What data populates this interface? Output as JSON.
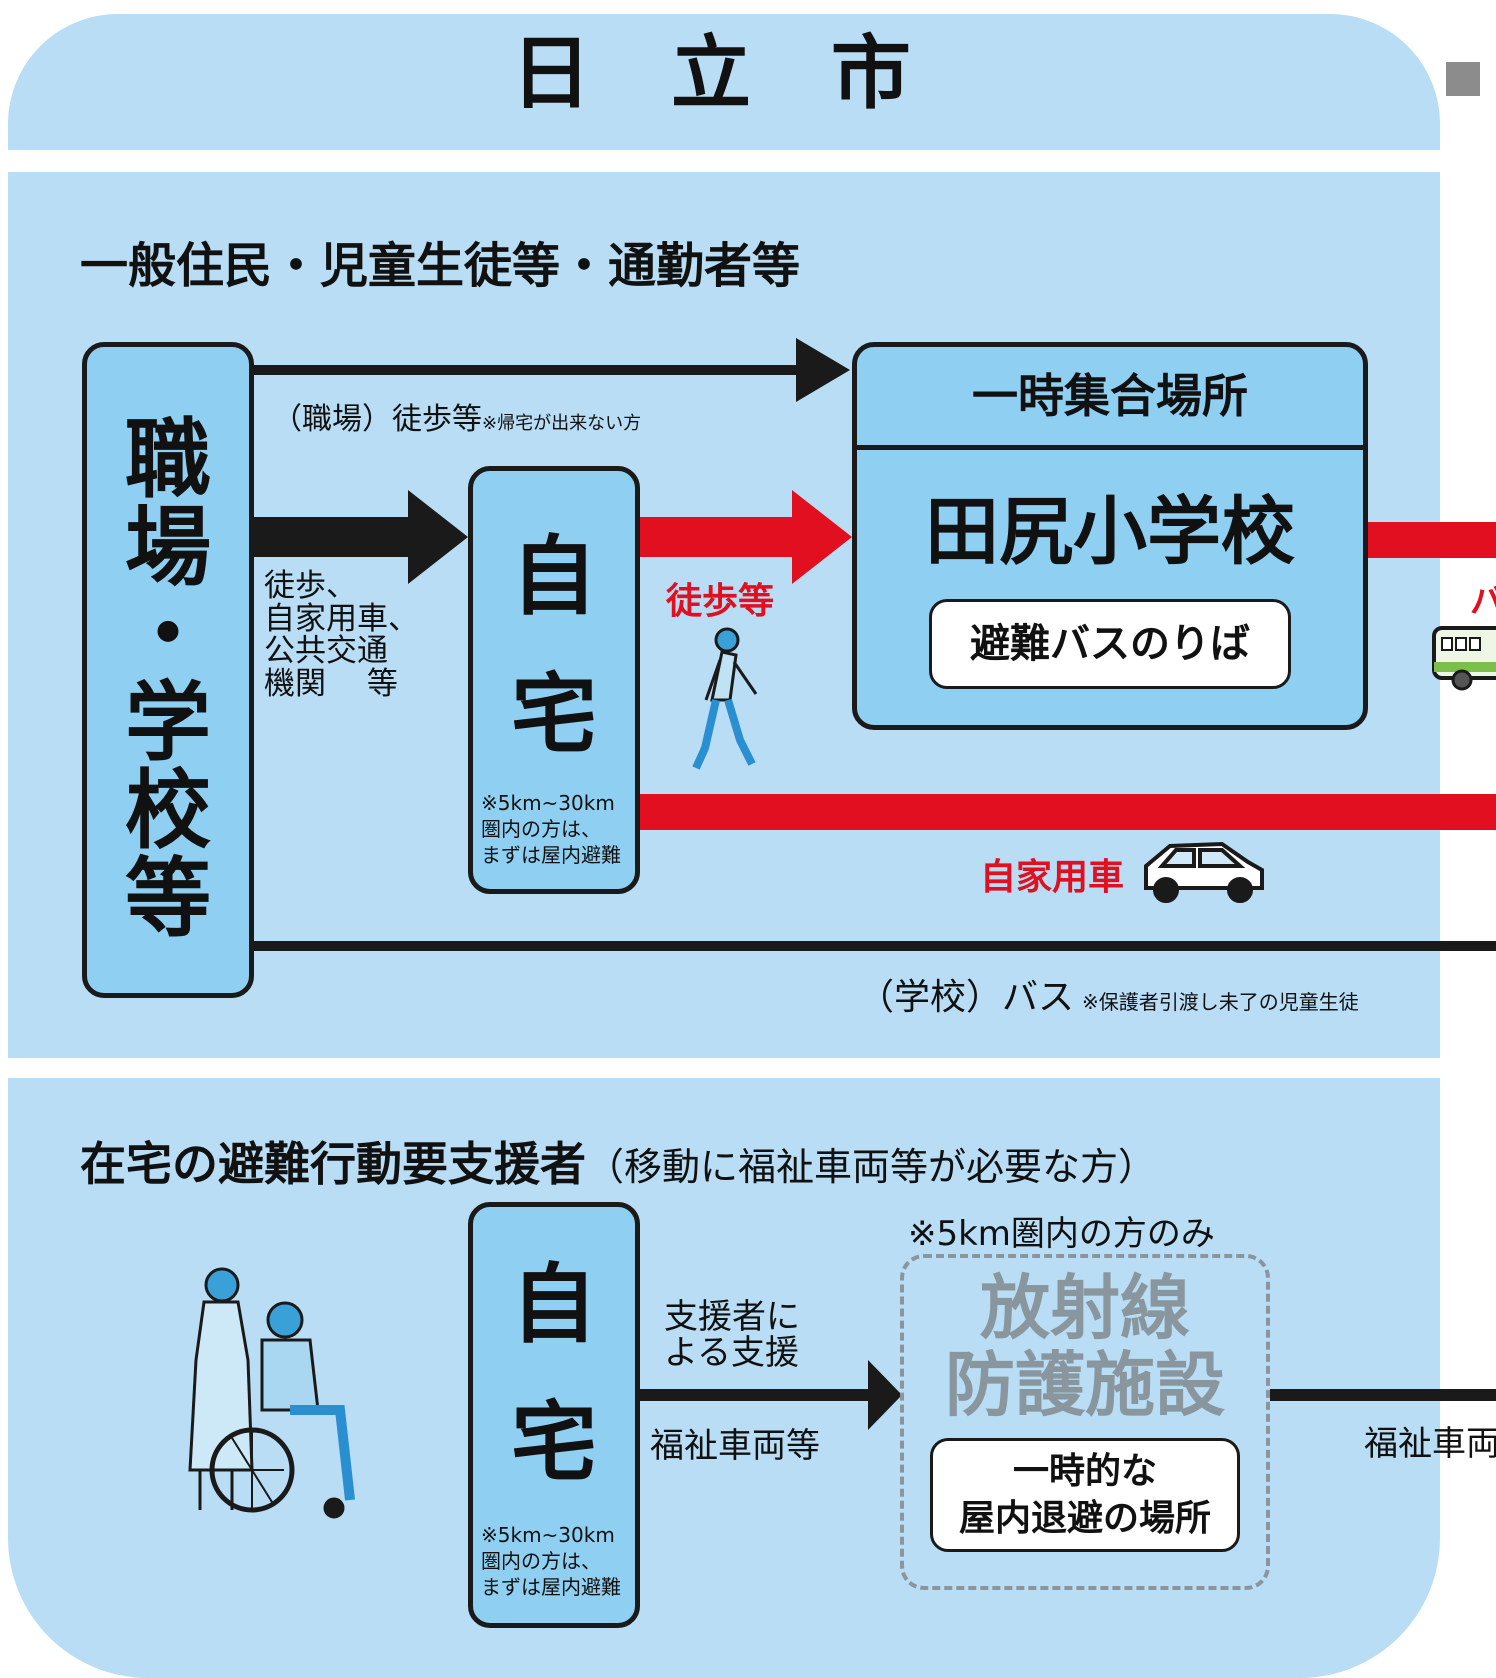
{
  "title": "日 立 市",
  "section1": {
    "heading": "一般住民・児童生徒等・通勤者等",
    "workplace_box": "職場・学校等",
    "arrow_walk_top": "（職場）徒歩等",
    "arrow_walk_top_note": "※帰宅が出来ない方",
    "arrow_home_label": "徒歩、\n自家用車、\n公共交通\n機関　 等",
    "home_box": "自宅",
    "home_note": "※5km~30km\n圏内の方は、\nまずは屋内避難",
    "walk_label": "徒歩等",
    "car_label": "自家用車",
    "assembly_header": "一時集合場所",
    "assembly_name": "田尻小学校",
    "bus_stop_label": "避難バスのりば",
    "bus_partial": "バ",
    "school_bus_label": "（学校）バス",
    "school_bus_note": "※保護者引渡し未了の児童生徒"
  },
  "section2": {
    "heading_bold": "在宅の避難行動要支援者",
    "heading_normal": "（移動に福祉車両等が必要な方）",
    "home_box": "自宅",
    "home_note": "※5km~30km\n圏内の方は、\nまずは屋内避難",
    "support_label": "支援者に\nよる支援",
    "vehicle_label": "福祉車両等",
    "facility_note": "※5km圏内の方のみ",
    "facility_name": "放射線\n防護施設",
    "facility_sub": "一時的な\n屋内退避の場所",
    "vehicle_label_right": "福祉車両"
  },
  "colors": {
    "background": "#b8ddf5",
    "box": "#8ecff2",
    "red": "#e10f1f",
    "dark": "#1a1a1a",
    "facility_gray": "#8a969d"
  }
}
